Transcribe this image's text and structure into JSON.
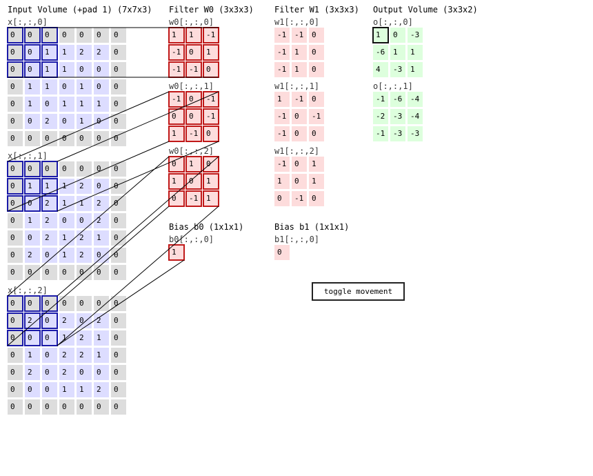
{
  "input_title": "Input Volume (+pad 1) (7x7x3)",
  "filter0_title": "Filter W0 (3x3x3)",
  "filter1_title": "Filter W1 (3x3x3)",
  "output_title": "Output Volume (3x3x2)",
  "bias0_title": "Bias b0 (1x1x1)",
  "bias1_title": "Bias b1 (1x1x1)",
  "toggle_label": "toggle movement",
  "colors": {
    "pad": "#dddddd",
    "input": "#ddddff",
    "weight": "#fddcdc",
    "output": "#ddffdd",
    "input_highlight": "#1a1aa8",
    "filter_highlight": "#c01818",
    "output_highlight": "#111111"
  },
  "input": [
    {
      "label": "x[:,:,0]",
      "grid": [
        [
          "0",
          "0",
          "0",
          "0",
          "0",
          "0",
          "0"
        ],
        [
          "0",
          "0",
          "1",
          "1",
          "2",
          "2",
          "0"
        ],
        [
          "0",
          "0",
          "1",
          "1",
          "0",
          "0",
          "0"
        ],
        [
          "0",
          "1",
          "1",
          "0",
          "1",
          "0",
          "0"
        ],
        [
          "0",
          "1",
          "0",
          "1",
          "1",
          "1",
          "0"
        ],
        [
          "0",
          "0",
          "2",
          "0",
          "1",
          "0",
          "0"
        ],
        [
          "0",
          "0",
          "0",
          "0",
          "0",
          "0",
          "0"
        ]
      ]
    },
    {
      "label": "x[:,:,1]",
      "grid": [
        [
          "0",
          "0",
          "0",
          "0",
          "0",
          "0",
          "0"
        ],
        [
          "0",
          "1",
          "1",
          "1",
          "2",
          "0",
          "0"
        ],
        [
          "0",
          "0",
          "2",
          "1",
          "1",
          "2",
          "0"
        ],
        [
          "0",
          "1",
          "2",
          "0",
          "0",
          "2",
          "0"
        ],
        [
          "0",
          "0",
          "2",
          "1",
          "2",
          "1",
          "0"
        ],
        [
          "0",
          "2",
          "0",
          "1",
          "2",
          "0",
          "0"
        ],
        [
          "0",
          "0",
          "0",
          "0",
          "0",
          "0",
          "0"
        ]
      ]
    },
    {
      "label": "x[:,:,2]",
      "grid": [
        [
          "0",
          "0",
          "0",
          "0",
          "0",
          "0",
          "0"
        ],
        [
          "0",
          "2",
          "0",
          "2",
          "0",
          "2",
          "0"
        ],
        [
          "0",
          "0",
          "0",
          "1",
          "2",
          "1",
          "0"
        ],
        [
          "0",
          "1",
          "0",
          "2",
          "2",
          "1",
          "0"
        ],
        [
          "0",
          "2",
          "0",
          "2",
          "0",
          "0",
          "0"
        ],
        [
          "0",
          "0",
          "0",
          "1",
          "1",
          "2",
          "0"
        ],
        [
          "0",
          "0",
          "0",
          "0",
          "0",
          "0",
          "0"
        ]
      ]
    }
  ],
  "w0": [
    {
      "label": "w0[:,:,0]",
      "grid": [
        [
          "1",
          "1",
          "-1"
        ],
        [
          "-1",
          "0",
          "1"
        ],
        [
          "-1",
          "-1",
          "0"
        ]
      ]
    },
    {
      "label": "w0[:,:,1]",
      "grid": [
        [
          "-1",
          "0",
          "-1"
        ],
        [
          "0",
          "0",
          "-1"
        ],
        [
          "1",
          "-1",
          "0"
        ]
      ]
    },
    {
      "label": "w0[:,:,2]",
      "grid": [
        [
          "0",
          "1",
          "0"
        ],
        [
          "1",
          "0",
          "1"
        ],
        [
          "0",
          "-1",
          "1"
        ]
      ]
    }
  ],
  "w1": [
    {
      "label": "w1[:,:,0]",
      "grid": [
        [
          "-1",
          "-1",
          "0"
        ],
        [
          "-1",
          "1",
          "0"
        ],
        [
          "-1",
          "1",
          "0"
        ]
      ]
    },
    {
      "label": "w1[:,:,1]",
      "grid": [
        [
          "1",
          "-1",
          "0"
        ],
        [
          "-1",
          "0",
          "-1"
        ],
        [
          "-1",
          "0",
          "0"
        ]
      ]
    },
    {
      "label": "w1[:,:,2]",
      "grid": [
        [
          "-1",
          "0",
          "1"
        ],
        [
          "1",
          "0",
          "1"
        ],
        [
          "0",
          "-1",
          "0"
        ]
      ]
    }
  ],
  "b0": {
    "label": "b0[:,:,0]",
    "value": "1"
  },
  "b1": {
    "label": "b1[:,:,0]",
    "value": "0"
  },
  "output": [
    {
      "label": "o[:,:,0]",
      "grid": [
        [
          "1",
          "0",
          "-3"
        ],
        [
          "-6",
          "1",
          "1"
        ],
        [
          "4",
          "-3",
          "1"
        ]
      ]
    },
    {
      "label": "o[:,:,1]",
      "grid": [
        [
          "-1",
          "-6",
          "-4"
        ],
        [
          "-2",
          "-3",
          "-4"
        ],
        [
          "-1",
          "-3",
          "-3"
        ]
      ]
    }
  ]
}
